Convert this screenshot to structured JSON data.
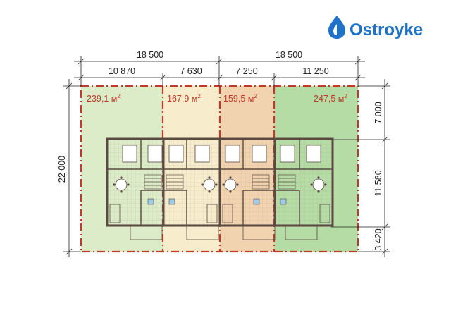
{
  "brand": {
    "name": "Ostroyke",
    "color": "#1e73c8"
  },
  "dimensions": {
    "top_overall": [
      "18 500",
      "18 500"
    ],
    "top_sections": [
      "10 870",
      "7 630",
      "7 250",
      "11 250"
    ],
    "left_total": "22 000",
    "right_segments": [
      "7 000",
      "11 580",
      "3 420"
    ]
  },
  "plots": [
    {
      "area": "239,1 м",
      "sup": "2",
      "color": "#dcebc8"
    },
    {
      "area": "167,9 м",
      "sup": "2",
      "color": "#f7eccb"
    },
    {
      "area": "159,5 м",
      "sup": "2",
      "color": "#f2d3b0"
    },
    {
      "area": "247,5 м",
      "sup": "2",
      "color": "#b5dca5"
    }
  ],
  "boundary_color": "#c0392b",
  "wall_color": "#5a4a42"
}
